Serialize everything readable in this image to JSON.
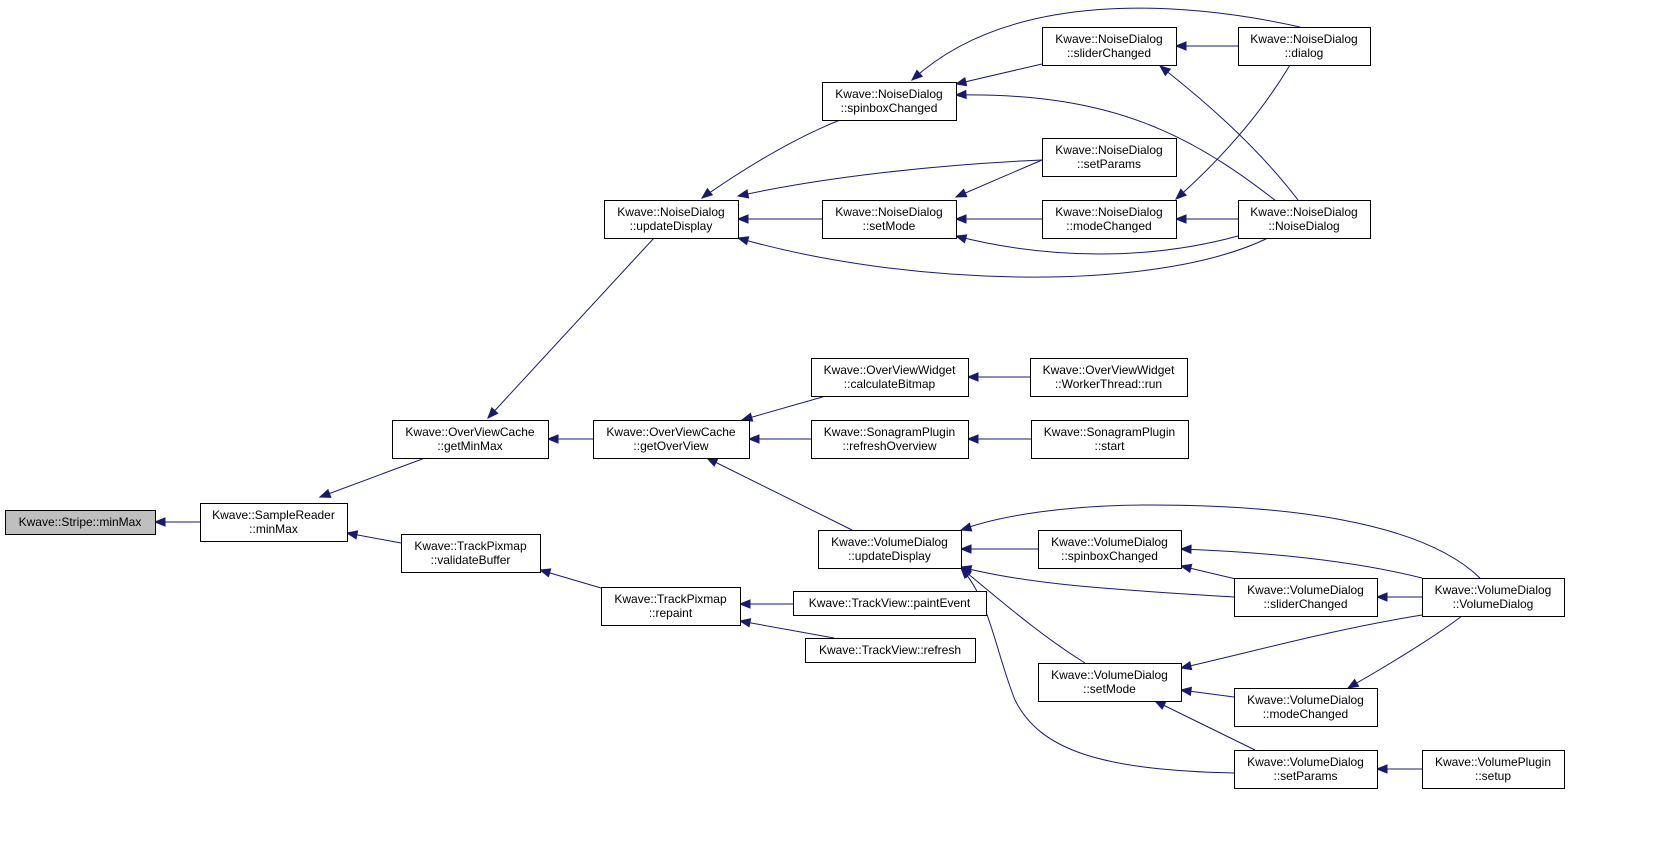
{
  "graph": {
    "nodes": [
      {
        "id": "stripe_minmax",
        "lines": [
          "Kwave::Stripe::minMax"
        ]
      },
      {
        "id": "samplereader_minmax",
        "lines": [
          "Kwave::SampleReader",
          "::minMax"
        ]
      },
      {
        "id": "ovc_getminmax",
        "lines": [
          "Kwave::OverViewCache",
          "::getMinMax"
        ]
      },
      {
        "id": "trackpixmap_validatebuffer",
        "lines": [
          "Kwave::TrackPixmap",
          "::validateBuffer"
        ]
      },
      {
        "id": "nd_updatedisplay",
        "lines": [
          "Kwave::NoiseDialog",
          "::updateDisplay"
        ]
      },
      {
        "id": "ovc_getoverview",
        "lines": [
          "Kwave::OverViewCache",
          "::getOverView"
        ]
      },
      {
        "id": "trackpixmap_repaint",
        "lines": [
          "Kwave::TrackPixmap",
          "::repaint"
        ]
      },
      {
        "id": "nd_spinboxchanged",
        "lines": [
          "Kwave::NoiseDialog",
          "::spinboxChanged"
        ]
      },
      {
        "id": "nd_setmode",
        "lines": [
          "Kwave::NoiseDialog",
          "::setMode"
        ]
      },
      {
        "id": "ovw_calculatebitmap",
        "lines": [
          "Kwave::OverViewWidget",
          "::calculateBitmap"
        ]
      },
      {
        "id": "sp_refreshoverview",
        "lines": [
          "Kwave::SonagramPlugin",
          "::refreshOverview"
        ]
      },
      {
        "id": "vd_updatedisplay",
        "lines": [
          "Kwave::VolumeDialog",
          "::updateDisplay"
        ]
      },
      {
        "id": "tv_paintevent",
        "lines": [
          "Kwave::TrackView::paintEvent"
        ]
      },
      {
        "id": "tv_refresh",
        "lines": [
          "Kwave::TrackView::refresh"
        ]
      },
      {
        "id": "nd_sliderchanged",
        "lines": [
          "Kwave::NoiseDialog",
          "::sliderChanged"
        ]
      },
      {
        "id": "nd_setparams",
        "lines": [
          "Kwave::NoiseDialog",
          "::setParams"
        ]
      },
      {
        "id": "nd_modechanged",
        "lines": [
          "Kwave::NoiseDialog",
          "::modeChanged"
        ]
      },
      {
        "id": "ovw_workerthread_run",
        "lines": [
          "Kwave::OverViewWidget",
          "::WorkerThread::run"
        ]
      },
      {
        "id": "sp_start",
        "lines": [
          "Kwave::SonagramPlugin",
          "::start"
        ]
      },
      {
        "id": "vd_spinboxchanged",
        "lines": [
          "Kwave::VolumeDialog",
          "::spinboxChanged"
        ]
      },
      {
        "id": "vd_setmode",
        "lines": [
          "Kwave::VolumeDialog",
          "::setMode"
        ]
      },
      {
        "id": "nd_dialog",
        "lines": [
          "Kwave::NoiseDialog",
          "::dialog"
        ]
      },
      {
        "id": "nd_ctor",
        "lines": [
          "Kwave::NoiseDialog",
          "::NoiseDialog"
        ]
      },
      {
        "id": "vd_sliderchanged",
        "lines": [
          "Kwave::VolumeDialog",
          "::sliderChanged"
        ]
      },
      {
        "id": "vd_modechanged",
        "lines": [
          "Kwave::VolumeDialog",
          "::modeChanged"
        ]
      },
      {
        "id": "vd_setparams",
        "lines": [
          "Kwave::VolumeDialog",
          "::setParams"
        ]
      },
      {
        "id": "vd_ctor",
        "lines": [
          "Kwave::VolumeDialog",
          "::VolumeDialog"
        ]
      },
      {
        "id": "vp_setup",
        "lines": [
          "Kwave::VolumePlugin",
          "::setup"
        ]
      }
    ],
    "edges": [
      {
        "from": "samplereader_minmax",
        "to": "stripe_minmax"
      },
      {
        "from": "ovc_getminmax",
        "to": "samplereader_minmax"
      },
      {
        "from": "trackpixmap_validatebuffer",
        "to": "samplereader_minmax"
      },
      {
        "from": "nd_updatedisplay",
        "to": "ovc_getminmax"
      },
      {
        "from": "ovc_getoverview",
        "to": "ovc_getminmax"
      },
      {
        "from": "trackpixmap_repaint",
        "to": "trackpixmap_validatebuffer"
      },
      {
        "from": "nd_spinboxchanged",
        "to": "nd_updatedisplay"
      },
      {
        "from": "nd_setparams",
        "to": "nd_updatedisplay"
      },
      {
        "from": "nd_setmode",
        "to": "nd_updatedisplay"
      },
      {
        "from": "nd_ctor",
        "to": "nd_updatedisplay"
      },
      {
        "from": "ovw_calculatebitmap",
        "to": "ovc_getoverview"
      },
      {
        "from": "sp_refreshoverview",
        "to": "ovc_getoverview"
      },
      {
        "from": "vd_updatedisplay",
        "to": "ovc_getoverview"
      },
      {
        "from": "tv_paintevent",
        "to": "trackpixmap_repaint"
      },
      {
        "from": "tv_refresh",
        "to": "trackpixmap_repaint"
      },
      {
        "from": "nd_sliderchanged",
        "to": "nd_spinboxchanged"
      },
      {
        "from": "nd_dialog",
        "to": "nd_spinboxchanged"
      },
      {
        "from": "nd_ctor",
        "to": "nd_spinboxchanged"
      },
      {
        "from": "nd_dialog",
        "to": "nd_sliderchanged"
      },
      {
        "from": "nd_ctor",
        "to": "nd_sliderchanged"
      },
      {
        "from": "nd_setparams",
        "to": "nd_setmode"
      },
      {
        "from": "nd_modechanged",
        "to": "nd_setmode"
      },
      {
        "from": "nd_ctor",
        "to": "nd_setmode"
      },
      {
        "from": "nd_dialog",
        "to": "nd_modechanged"
      },
      {
        "from": "nd_ctor",
        "to": "nd_modechanged"
      },
      {
        "from": "ovw_workerthread_run",
        "to": "ovw_calculatebitmap"
      },
      {
        "from": "sp_start",
        "to": "sp_refreshoverview"
      },
      {
        "from": "vd_ctor",
        "to": "vd_updatedisplay"
      },
      {
        "from": "vd_spinboxchanged",
        "to": "vd_updatedisplay"
      },
      {
        "from": "vd_sliderchanged",
        "to": "vd_updatedisplay"
      },
      {
        "from": "vd_setmode",
        "to": "vd_updatedisplay"
      },
      {
        "from": "vd_setparams",
        "to": "vd_updatedisplay"
      },
      {
        "from": "vd_sliderchanged",
        "to": "vd_spinboxchanged"
      },
      {
        "from": "vd_ctor",
        "to": "vd_spinboxchanged"
      },
      {
        "from": "vd_ctor",
        "to": "vd_sliderchanged"
      },
      {
        "from": "vd_ctor",
        "to": "vd_setmode"
      },
      {
        "from": "vd_modechanged",
        "to": "vd_setmode"
      },
      {
        "from": "vd_setparams",
        "to": "vd_setmode"
      },
      {
        "from": "vd_ctor",
        "to": "vd_modechanged"
      },
      {
        "from": "vp_setup",
        "to": "vd_setparams"
      }
    ]
  },
  "colors": {
    "edge": "#191970",
    "root_fill": "#bfbfbf",
    "node_fill": "#ffffff",
    "node_border": "#000000"
  }
}
